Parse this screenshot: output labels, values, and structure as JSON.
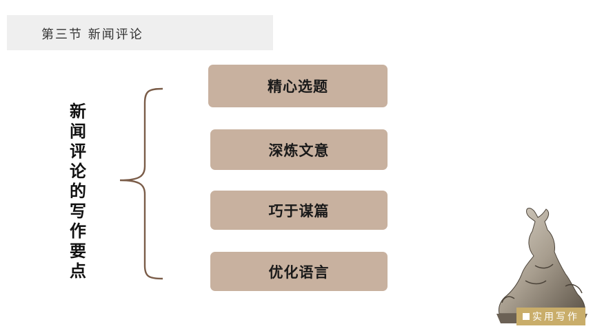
{
  "header": {
    "title": "第三节  新闻评论"
  },
  "diagram": {
    "root": "新闻评论的写作要点",
    "items": [
      {
        "label": "精心选题"
      },
      {
        "label": "深炼文意"
      },
      {
        "label": "巧于谋篇"
      },
      {
        "label": "优化语言"
      }
    ]
  },
  "badge": {
    "label": "实用写作"
  },
  "colors": {
    "box": "#c8b19f",
    "brace": "#7a5c48",
    "badge": "#c9ad6a"
  }
}
